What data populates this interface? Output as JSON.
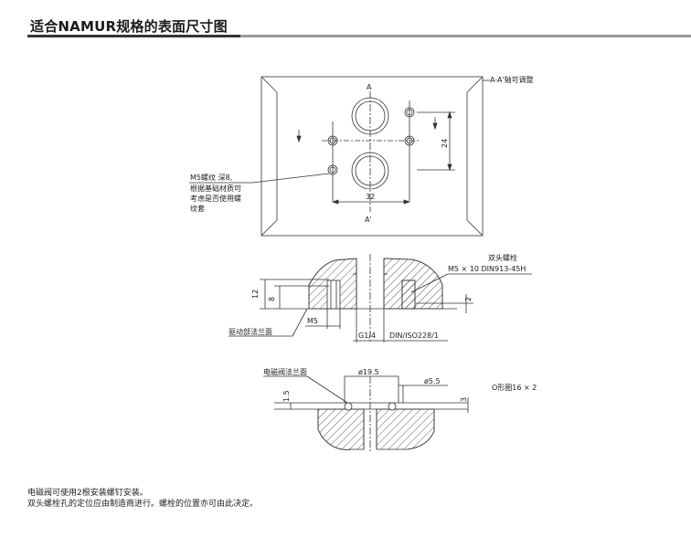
{
  "title": "适合NAMUR规格的表面尺寸图",
  "top_view": {
    "label_a": "A",
    "label_a_prime": "A'",
    "axis_note": "A-A'轴可调整",
    "dim_24": "24",
    "dim_32": "32",
    "thread_note_line1": "M5螺纹 深8,",
    "thread_note_line2": "根据基础材质可",
    "thread_note_line3": "考虑是否使用螺",
    "thread_note_line4": "纹套"
  },
  "section_view": {
    "stud_label": "双头螺栓",
    "stud_spec": "M5 × 10 DIN913-45H",
    "dim_12": "12",
    "dim_8": "8",
    "dim_2": "2",
    "m5": "M5",
    "g14": "G1/4",
    "din": "DIN/ISO228/1",
    "flange_label": "驱动部法兰面"
  },
  "solenoid_view": {
    "flange_label": "电磁阀法兰面",
    "dia_19_5": "ø19.5",
    "dia_5_5": "ø5.5",
    "dim_1_5": "1.5",
    "dim_3": "3",
    "oring": "O形圈16 × 2"
  },
  "notes": {
    "line1": "电磁阀可使用2根安装螺钉安装。",
    "line2": "双头螺栓孔的定位应由制造商进行。螺栓的位置亦可由此决定。"
  }
}
